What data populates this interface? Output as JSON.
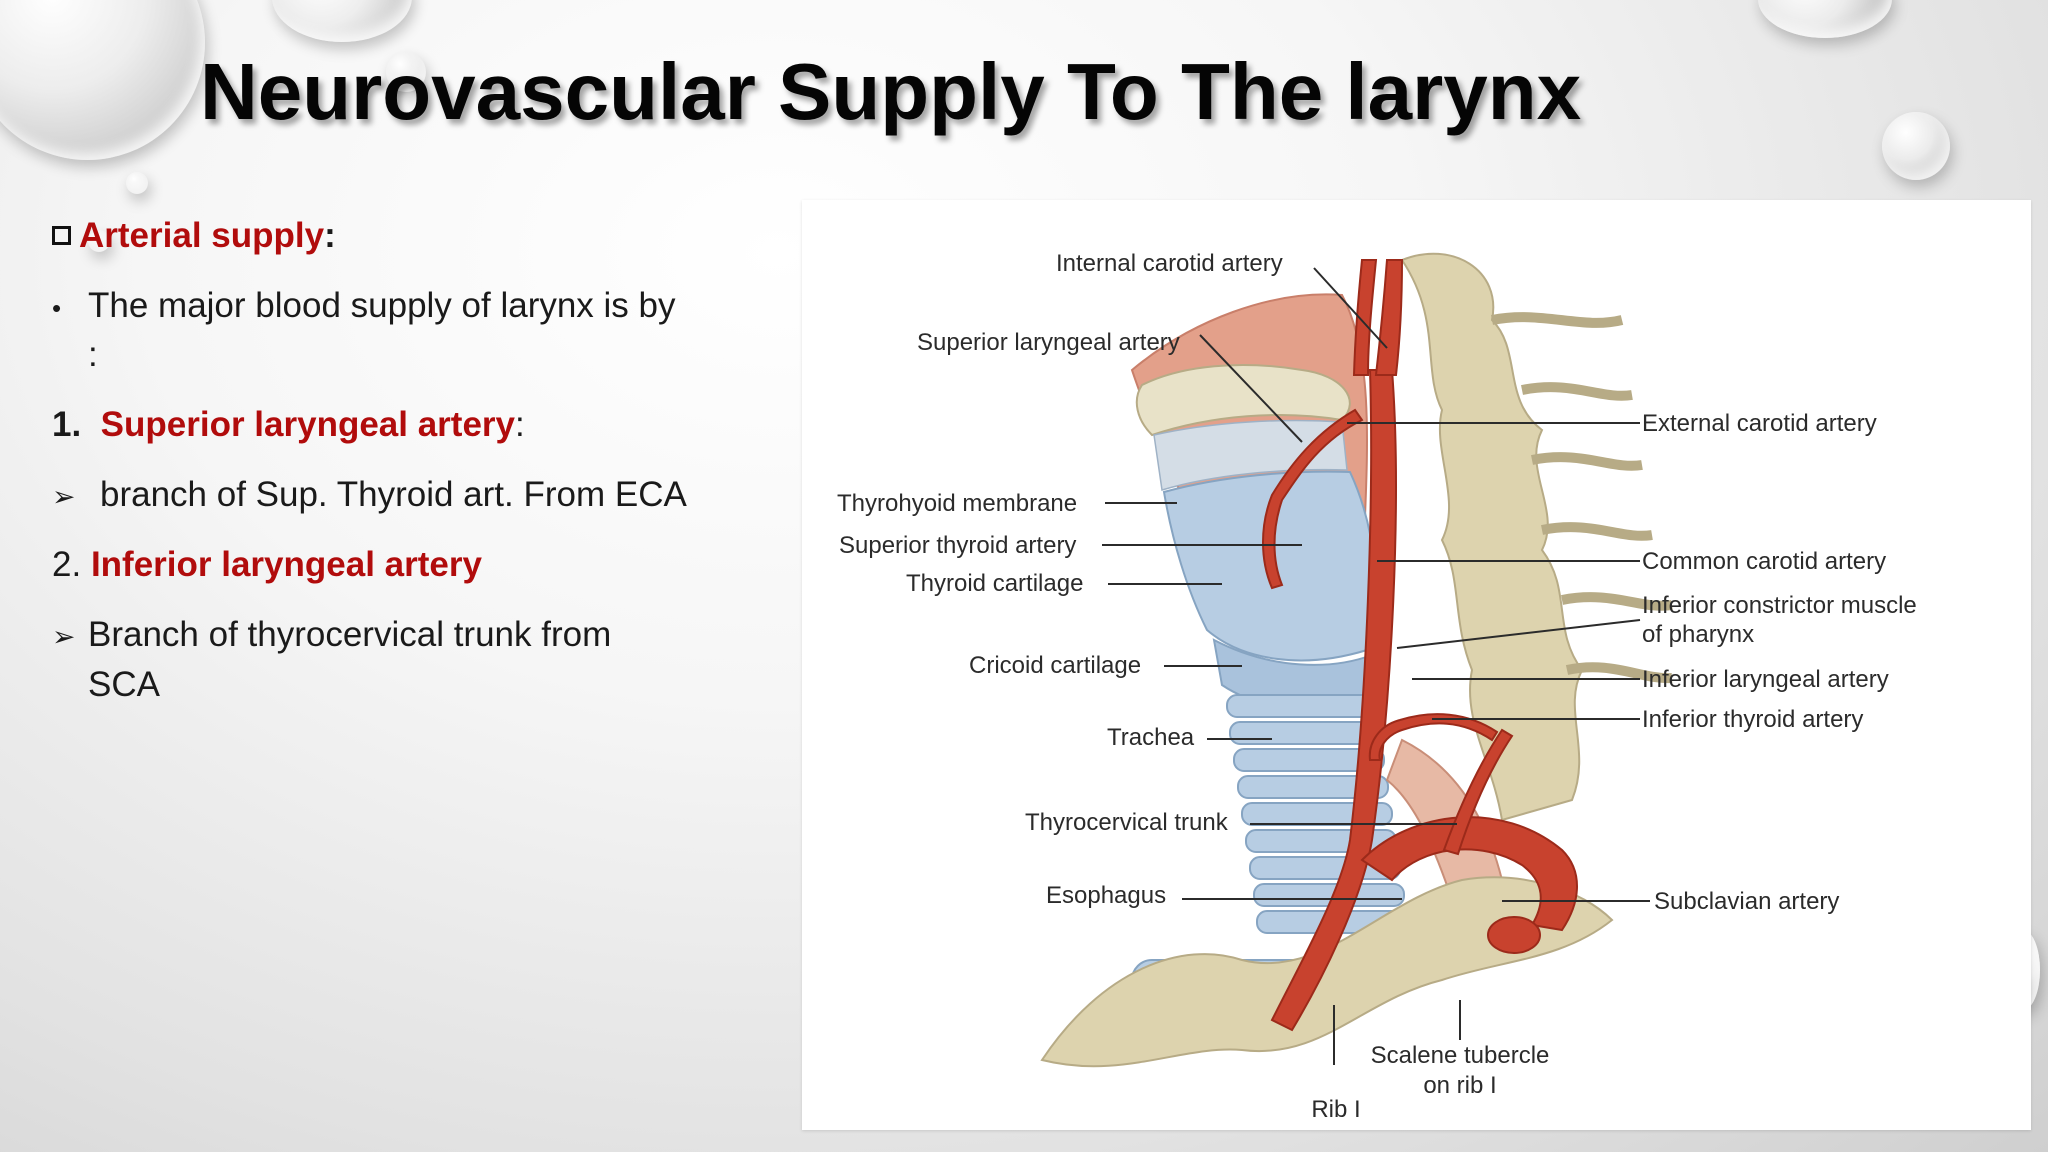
{
  "slide": {
    "title": "Neurovascular Supply To The larynx",
    "arterial_heading": "Arterial supply",
    "arterial_colon": ":",
    "bullet_glyph": "•",
    "bullet_text_1": "The major blood supply of larynx is by",
    "bullet_text_2": ":",
    "item1_number": "1.",
    "item1_name": "Superior laryngeal artery",
    "item1_colon": ":",
    "arrow_glyph": "➢",
    "item1_detail": "branch of Sup. Thyroid art. From ECA",
    "item2_number": "2.",
    "item2_name": "Inferior laryngeal artery",
    "item2_detail_1": "Branch of thyrocervical trunk from",
    "item2_detail_2": "SCA"
  },
  "figure": {
    "labels": {
      "internal_carotid": "Internal carotid artery",
      "superior_laryngeal": "Superior laryngeal artery",
      "external_carotid": "External carotid artery",
      "thyrohyoid_membrane": "Thyrohyoid membrane",
      "superior_thyroid": "Superior thyroid artery",
      "thyroid_cartilage": "Thyroid cartilage",
      "common_carotid": "Common carotid artery",
      "inferior_constrictor_1": "Inferior constrictor muscle",
      "inferior_constrictor_2": "of pharynx",
      "cricoid_cartilage": "Cricoid cartilage",
      "inferior_laryngeal": "Inferior laryngeal artery",
      "inferior_thyroid": "Inferior thyroid artery",
      "trachea": "Trachea",
      "thyrocervical_trunk": "Thyrocervical trunk",
      "esophagus": "Esophagus",
      "subclavian": "Subclavian artery",
      "scalene_tubercle_1": "Scalene tubercle",
      "scalene_tubercle_2": "on rib I",
      "rib_1": "Rib I"
    }
  },
  "colors": {
    "accent_red": "#b10c0c",
    "artery": "#c8422e",
    "cartilage": "#b7cde3",
    "bone": "#ddd3ae",
    "muscle": "#e3a08a"
  }
}
